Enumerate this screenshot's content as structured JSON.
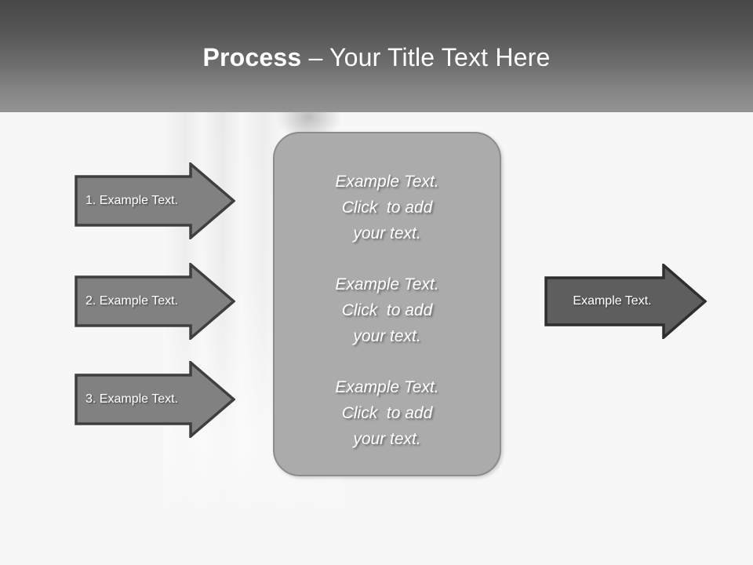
{
  "header": {
    "title_strong": "Process",
    "title_rest": " – Your Title Text Here",
    "gradient_top": "#474747",
    "gradient_bottom": "#939393",
    "text_color": "#FFFFFF"
  },
  "canvas": {
    "background_color": "#F7F7F7"
  },
  "steps": [
    {
      "label": "1. Example Text."
    },
    {
      "label": "2. Example Text."
    },
    {
      "label": "3. Example Text."
    }
  ],
  "step_arrow_style": {
    "fill": "#818181",
    "border": "#3F3F3F",
    "text_color": "#FFFFFF"
  },
  "panel": {
    "fill": "#ABABAB",
    "border": "#8C8C8C",
    "text_color": "#FFFFFF",
    "blocks": [
      {
        "line1": "Example Text.",
        "line2": "Click  to add",
        "line3": "your text."
      },
      {
        "line1": "Example Text.",
        "line2": "Click  to add",
        "line3": "your text."
      },
      {
        "line1": "Example Text.",
        "line2": "Click  to add",
        "line3": "your text."
      }
    ]
  },
  "result": {
    "label": "Example Text.",
    "fill": "#5E5E5E",
    "border": "#2E2E2E",
    "text_color": "#FFFFFF"
  }
}
